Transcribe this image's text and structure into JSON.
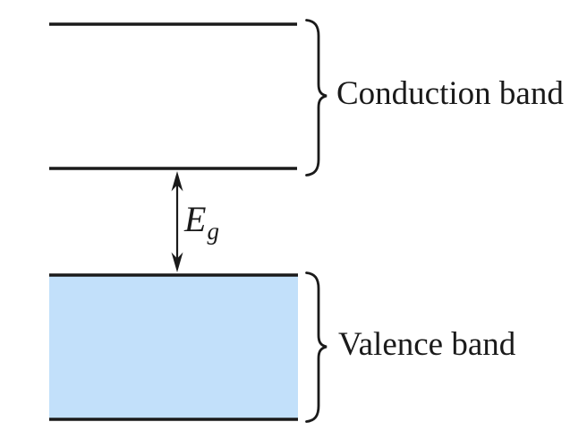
{
  "diagram": {
    "conduction_band": {
      "label": "Conduction band"
    },
    "valence_band": {
      "label": "Valence band"
    },
    "band_gap": {
      "symbol": "E",
      "subscript": "g"
    },
    "colors": {
      "valence_band_fill": "#c2e0fa",
      "line": "#1a1a1a",
      "text": "#1a1a1a",
      "background": "#ffffff"
    }
  }
}
